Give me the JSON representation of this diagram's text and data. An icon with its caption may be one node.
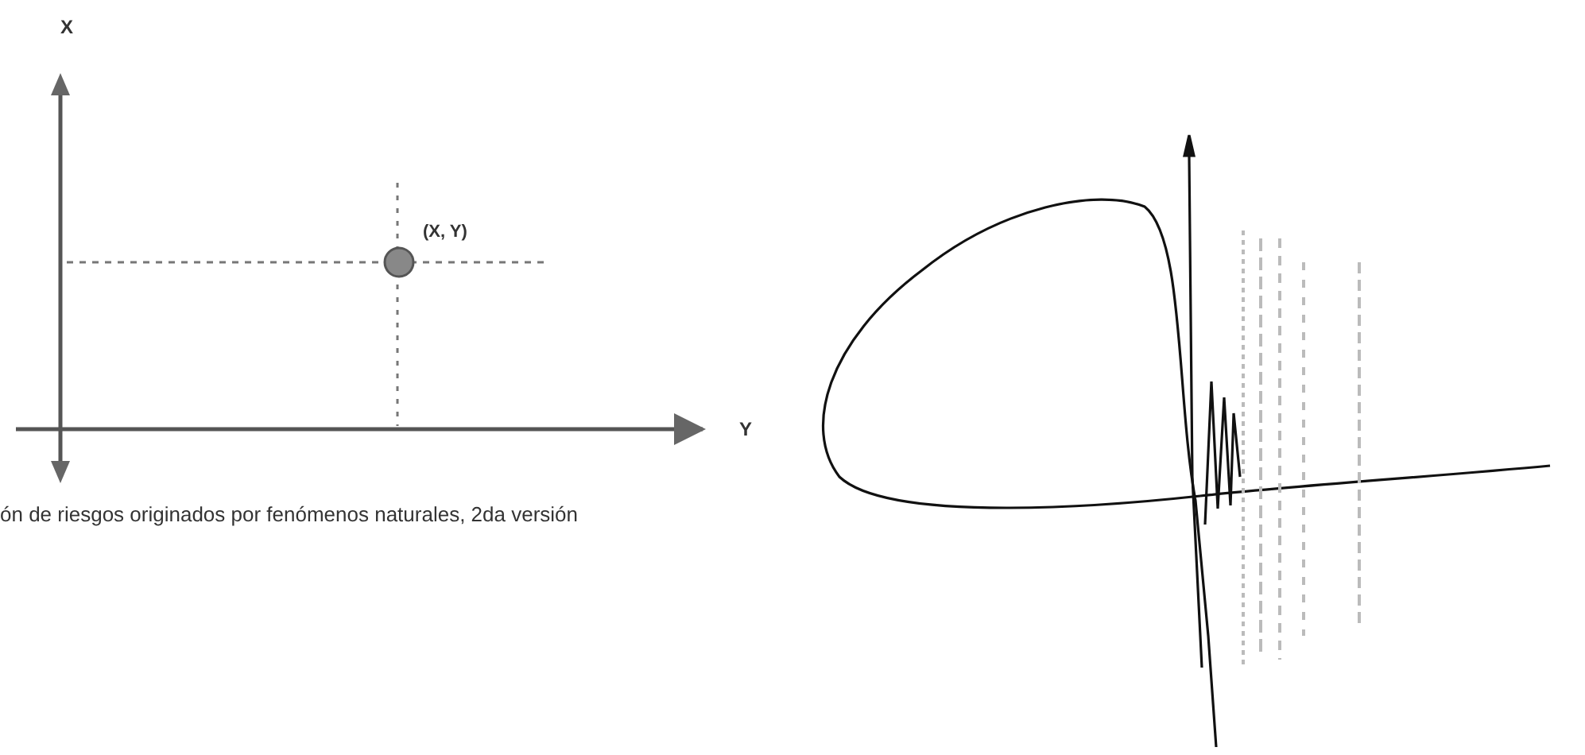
{
  "diagram": {
    "caption": "ón de riesgos originados por fenómenos naturales, 2da versión",
    "labels": [
      "X",
      "(X, Y)",
      "Y"
    ]
  }
}
